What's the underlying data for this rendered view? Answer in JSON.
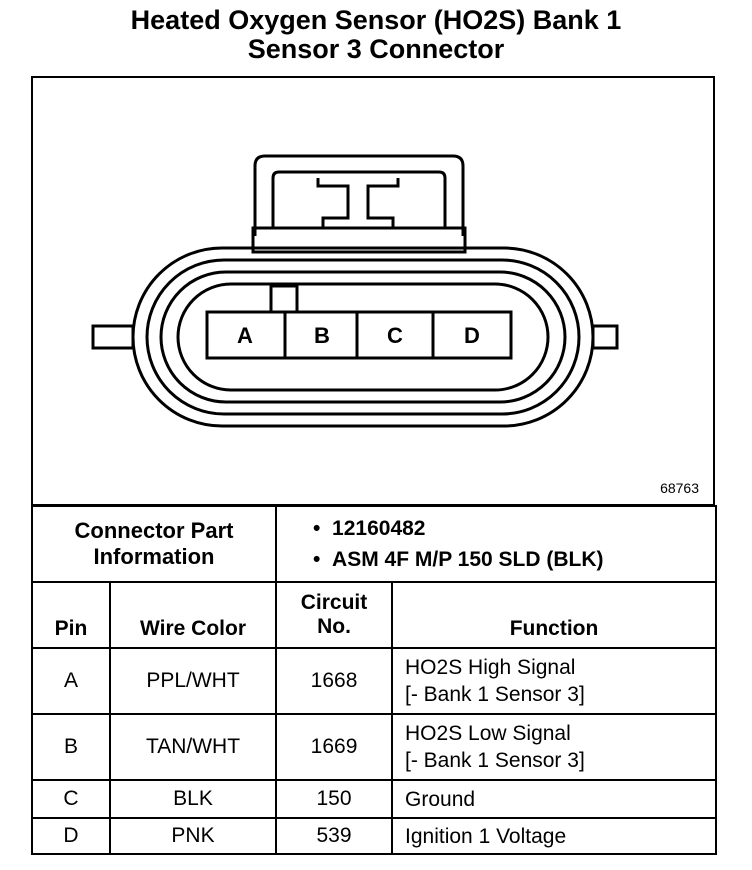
{
  "title": {
    "line1": "Heated Oxygen Sensor (HO2S) Bank 1",
    "line2": "Sensor 3 Connector"
  },
  "diagram": {
    "pins": [
      "A",
      "B",
      "C",
      "D"
    ],
    "figure_id": "68763"
  },
  "connector_info": {
    "label_line1": "Connector Part",
    "label_line2": "Information",
    "items": [
      "12160482",
      "ASM 4F M/P 150 SLD (BLK)"
    ]
  },
  "table": {
    "headers": {
      "pin": "Pin",
      "wire_color": "Wire Color",
      "circuit_line1": "Circuit",
      "circuit_line2": "No.",
      "function": "Function"
    },
    "rows": [
      {
        "pin": "A",
        "wire": "PPL/WHT",
        "circuit": "1668",
        "function_line1": "HO2S High Signal",
        "function_line2": "[- Bank 1 Sensor 3]"
      },
      {
        "pin": "B",
        "wire": "TAN/WHT",
        "circuit": "1669",
        "function_line1": "HO2S Low Signal",
        "function_line2": "[- Bank 1 Sensor 3]"
      },
      {
        "pin": "C",
        "wire": "BLK",
        "circuit": "150",
        "function_line1": "Ground",
        "function_line2": ""
      },
      {
        "pin": "D",
        "wire": "PNK",
        "circuit": "539",
        "function_line1": "Ignition 1 Voltage",
        "function_line2": ""
      }
    ]
  }
}
